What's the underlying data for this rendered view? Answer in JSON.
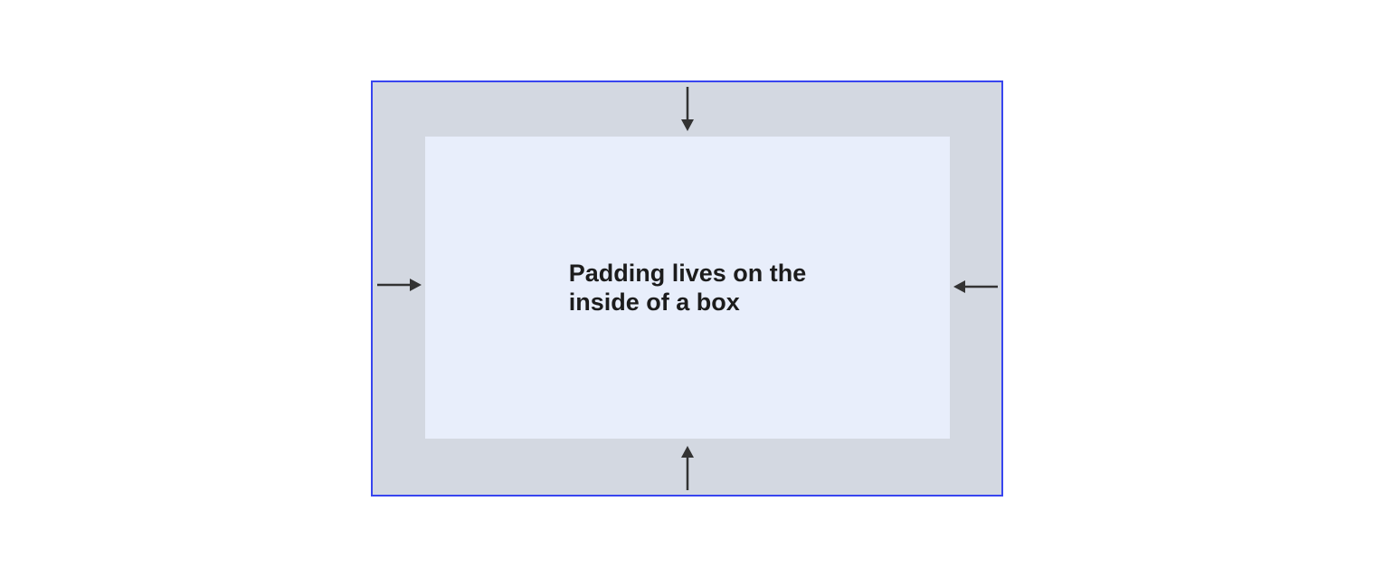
{
  "diagram": {
    "label": "Padding lives on the\ninside of a box",
    "colors": {
      "canvas": "#ffffff",
      "border": "#3845ef",
      "padding_area": "#d3d8e1",
      "content_area": "#e8eefb",
      "arrow": "#333333",
      "text": "#1c1c1c"
    },
    "arrows": [
      {
        "icon": "arrow-down-icon",
        "side": "top"
      },
      {
        "icon": "arrow-right-icon",
        "side": "left"
      },
      {
        "icon": "arrow-left-icon",
        "side": "right"
      },
      {
        "icon": "arrow-up-icon",
        "side": "bottom"
      }
    ]
  }
}
